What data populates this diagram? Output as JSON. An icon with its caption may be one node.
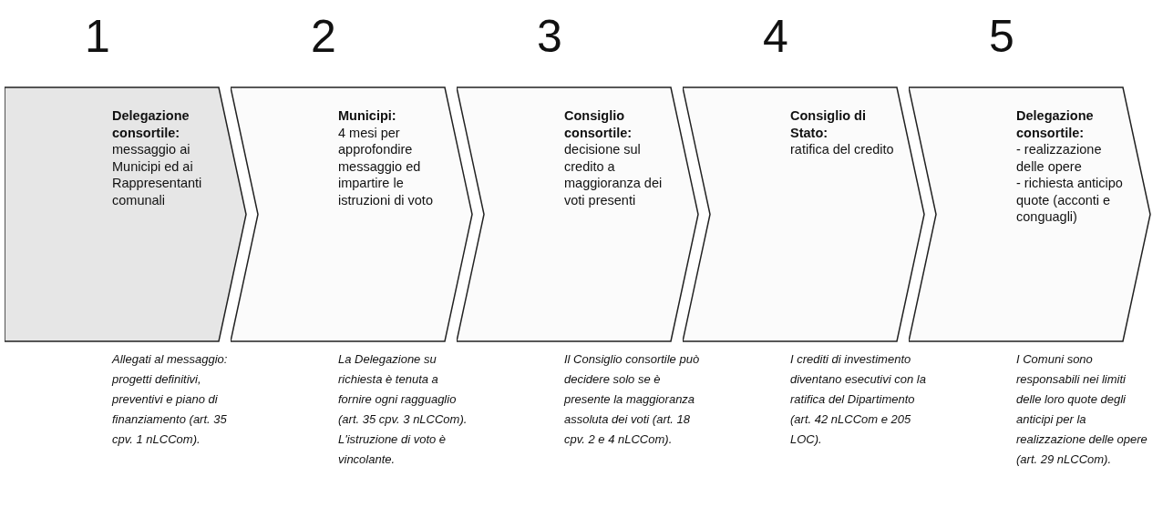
{
  "diagram": {
    "nodes": [
      {
        "text": [
          "1",
          "Delegazione consortile:",
          "messaggio ai Municipi ed ai Rappresentanti comunali"
        ],
        "beside": [
          "Allegati al messaggio: progetti definitivi, preventivi e piano di finanziamento (art. 35 cpv. 1 nLCCom)."
        ]
      },
      {
        "text": [
          "2",
          "Municipi:",
          "4 mesi per approfondire messaggio ed impartire le istruzioni di voto"
        ],
        "beside": [
          "La Delegazione su richiesta è tenuta a fornire ogni ragguaglio (art. 35 cpv. 3 nLCCom). L'istruzione di voto è vincolante."
        ]
      },
      {
        "text": [
          "3",
          "Consiglio consortile:",
          "decisione sul credito a maggioranza dei voti presenti"
        ],
        "beside": [
          "Il Consiglio consortile può decidere solo se è presente la maggioranza assoluta dei voti (art. 18 cpv. 2 e 4 nLCCom)."
        ]
      },
      {
        "text": [
          "4",
          "Consiglio di Stato:",
          "ratifica del credito"
        ],
        "beside": [
          "I crediti di investimento diventano esecutivi con la ratifica del Dipartimento (art. 42 nLCCom e 205 LOC)."
        ]
      },
      {
        "text": [
          "5",
          "Delegazione consortile:",
          "- realizzazione delle opere",
          "- richiesta anticipo quote (acconti e conguagli)"
        ],
        "beside": [
          "I Comuni sono responsabili nei limiti delle loro quote degli anticipi per la realizzazione delle opere (art. 29 nLCCom)."
        ]
      }
    ]
  }
}
